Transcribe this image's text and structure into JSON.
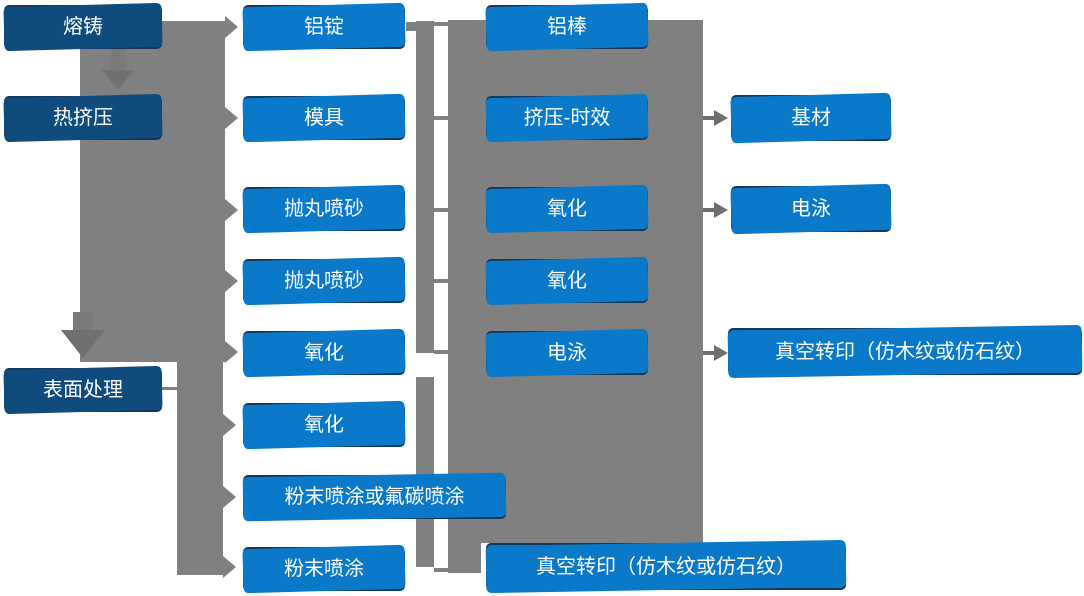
{
  "flow": {
    "col1": [
      "熔铸",
      "热挤压",
      "表面处理"
    ],
    "col2": [
      "铝锭",
      "模具",
      "抛丸喷砂",
      "抛丸喷砂",
      "氧化",
      "氧化",
      "粉末喷涂或氟碳喷涂",
      "粉末喷涂"
    ],
    "col3": [
      "铝棒",
      "挤压-时效",
      "氧化",
      "氧化",
      "电泳",
      "真空转印（仿木纹或仿石纹）"
    ],
    "col4": [
      "基材",
      "电泳",
      "真空转印（仿木纹或仿石纹）"
    ]
  },
  "colors": {
    "node_primary": "#0a79c9",
    "node_dark": "#0f4b7d",
    "node_border": "#16355a",
    "connector_gray": "#808080",
    "arrow_gray": "#6e6e6e",
    "text": "#ffffff",
    "background": "#ffffff"
  }
}
